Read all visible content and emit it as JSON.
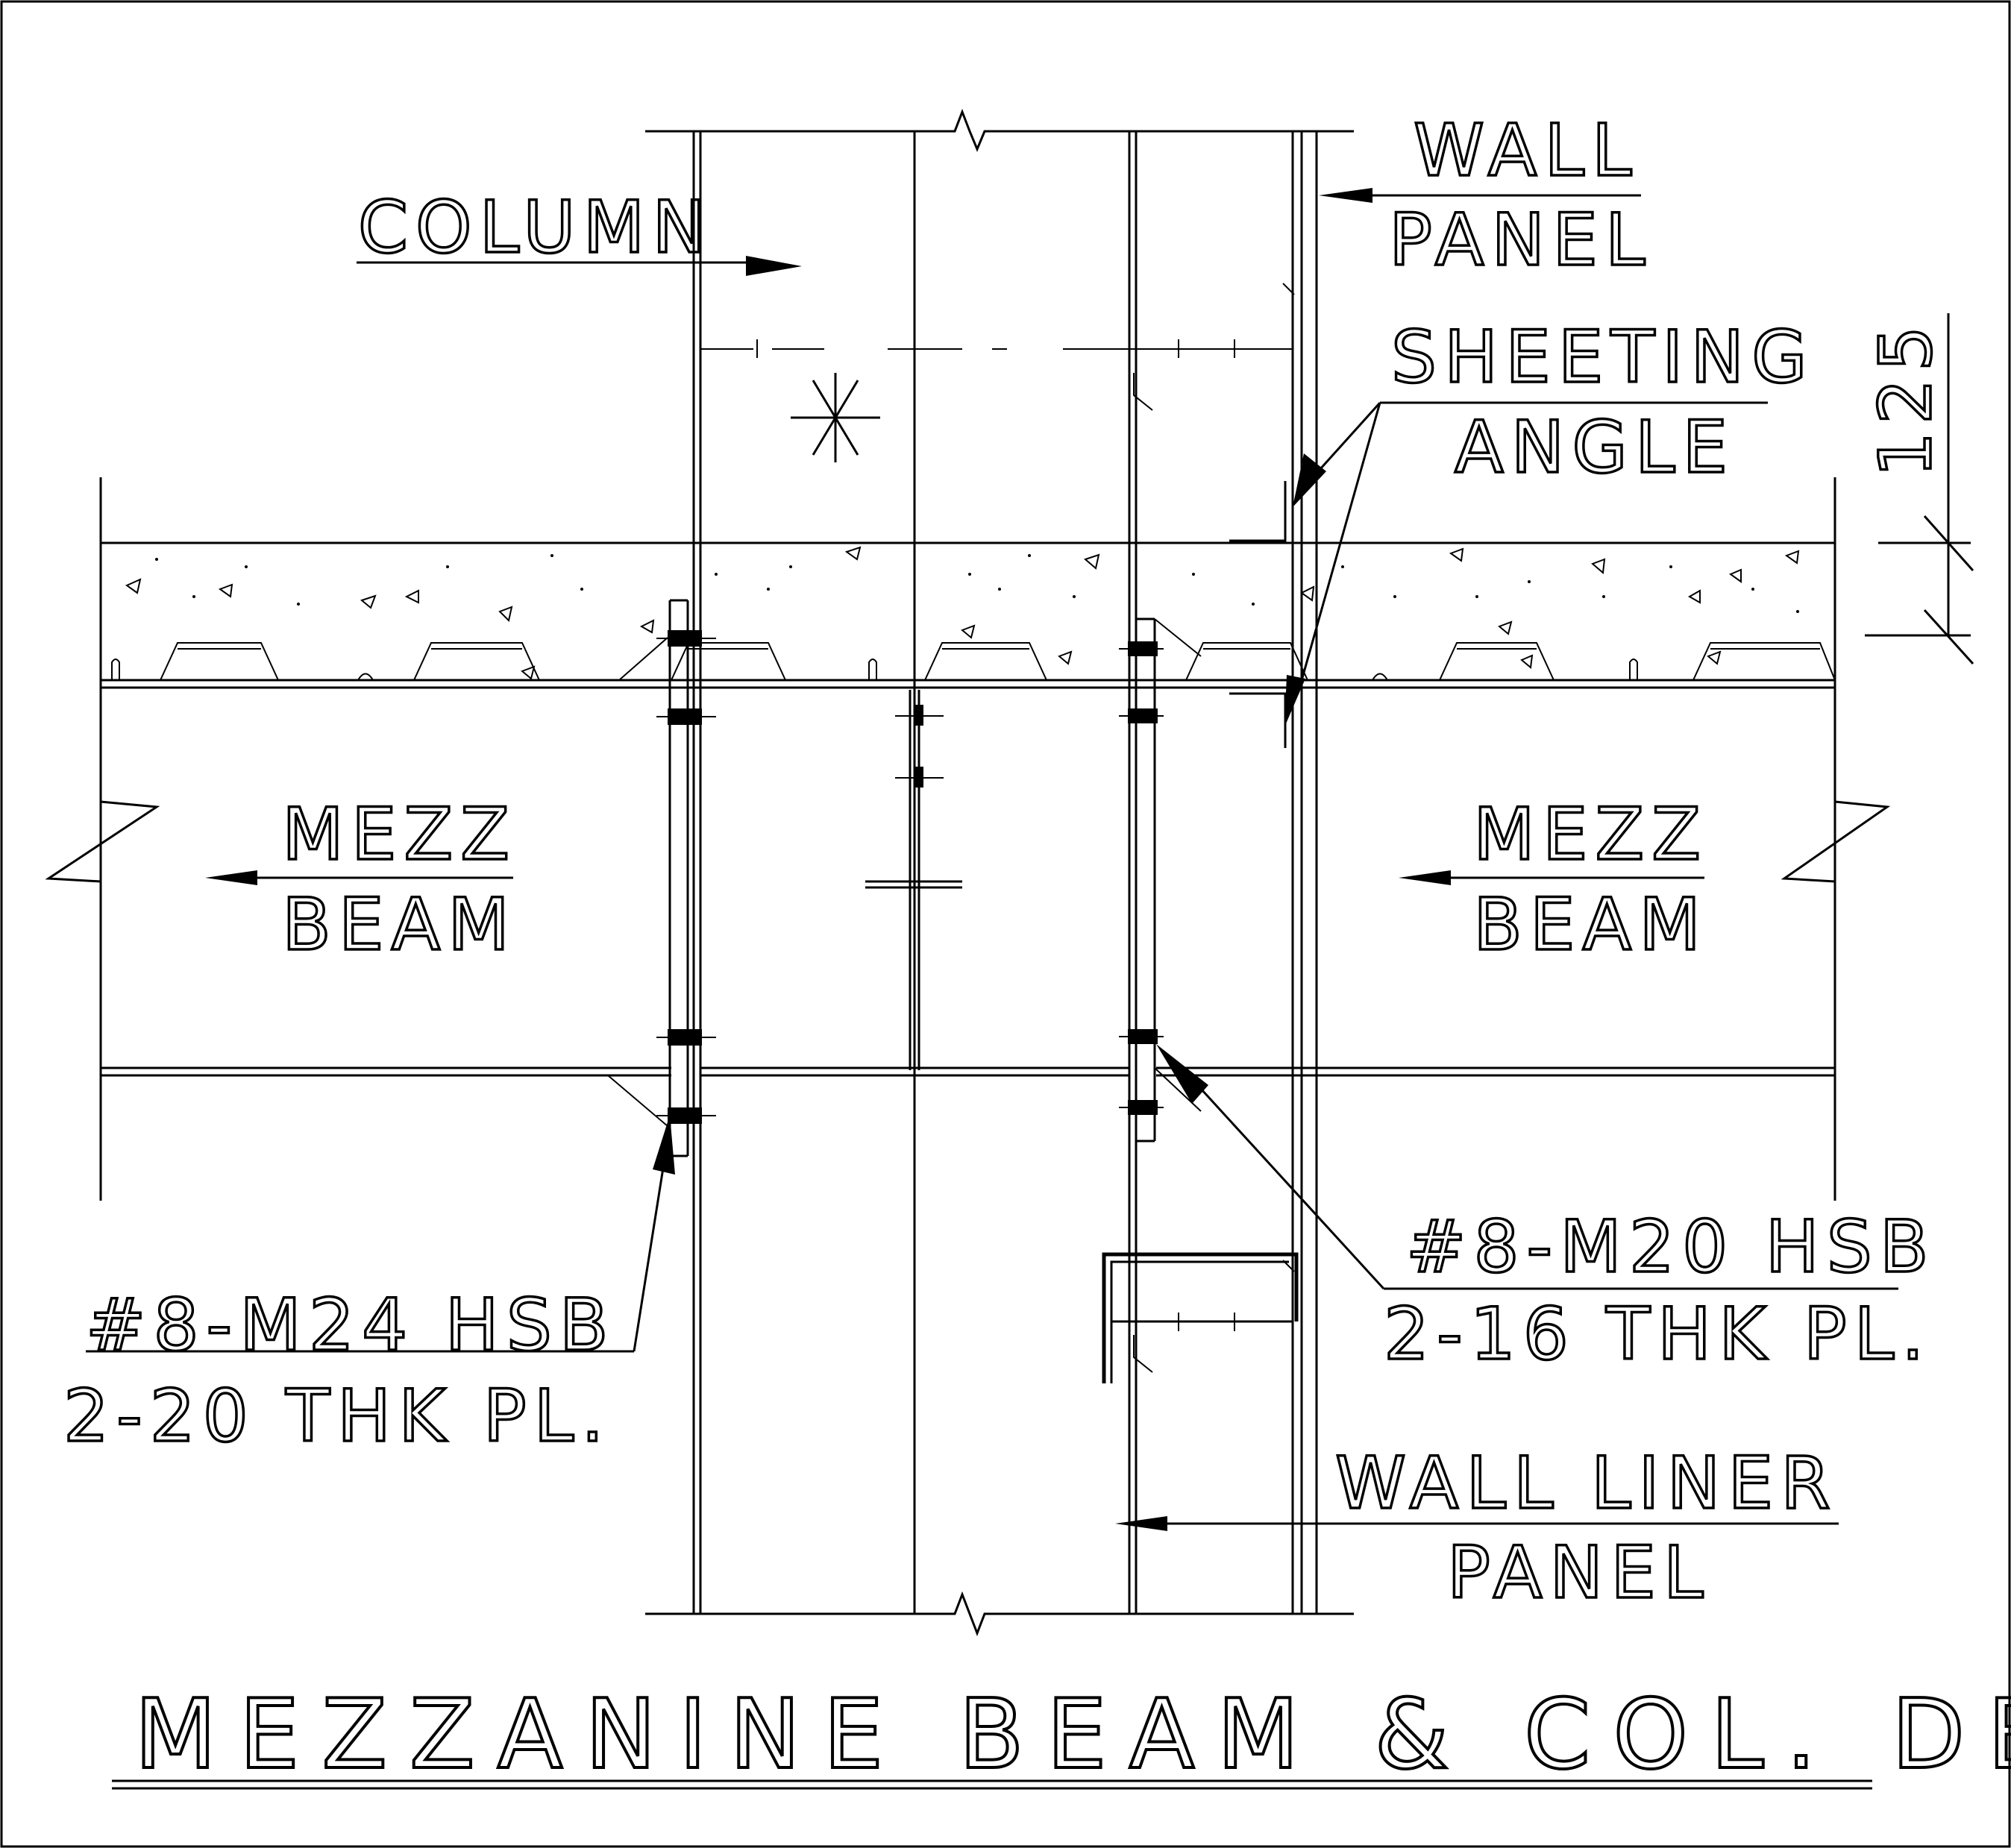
{
  "labels": {
    "column": "COLUMN",
    "wall_panel_1": "WALL",
    "wall_panel_2": "PANEL",
    "sheeting_angle_1": "SHEETING",
    "sheeting_angle_2": "ANGLE",
    "dimension": "125",
    "mezz_beam_left_1": "MEZZ",
    "mezz_beam_left_2": "BEAM",
    "mezz_beam_right_1": "MEZZ",
    "mezz_beam_right_2": "BEAM",
    "bolts_left_1": "#8-M24 HSB",
    "bolts_left_2": "2-20 THK PL.",
    "bolts_right_1": "#8-M20 HSB",
    "bolts_right_2": "2-16 THK PL.",
    "wall_liner_1": "WALL LINER",
    "wall_liner_2": "PANEL",
    "title": "MEZZANINE BEAM & COL. DETAIL"
  }
}
